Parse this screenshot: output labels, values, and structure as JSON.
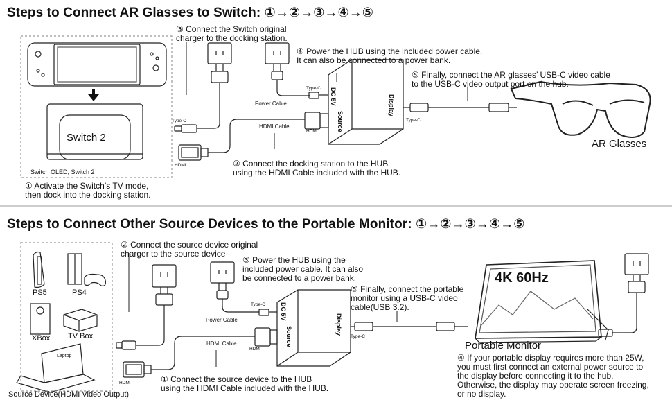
{
  "section1": {
    "title": "Steps to Connect AR Glasses to Switch: ①→②→③→④→⑤",
    "step1": [
      "① Activate the Switch’s TV mode,",
      "then dock into the docking station."
    ],
    "step2": [
      "② Connect the docking station to the HUB",
      "using the HDMI Cable included with the HUB."
    ],
    "step3": [
      "③ Connect the Switch original",
      "charger to the docking station."
    ],
    "step4": [
      "④ Power the HUB using the included power cable.",
      "It can also be connected to a power bank."
    ],
    "step5": [
      "⑤ Finally, connect the AR glasses’ USB-C video cable",
      "to the USB-C video output port on the hub."
    ],
    "switch_label": "Switch 2",
    "switch_caption": "Switch OLED, Switch 2",
    "ar_label": "AR Glasses",
    "power_cable": "Power Cable",
    "hdmi_cable": "HDMI Cable",
    "type_c": "Type-C",
    "hdmi": "HDMI",
    "hub_dc": "DC 5V",
    "hub_source": "Source",
    "hub_display": "Display"
  },
  "section2": {
    "title": "Steps to Connect Other Source Devices to the Portable Monitor: ①→②→③→④→⑤",
    "step1": [
      "① Connect the source device to the HUB",
      "using the HDMI Cable included with the HUB."
    ],
    "step2": [
      "② Connect the source device original",
      "charger to the source device"
    ],
    "step3": [
      "③ Power the HUB using the",
      "included power cable. It can also",
      "be connected to a power bank."
    ],
    "step4": [
      "④ If your portable display requires more than 25W,",
      "you must first connect an external power source to",
      "the display before connecting it to the hub.",
      "Otherwise, the display may operate screen freezing,",
      "or no display."
    ],
    "step5": [
      "⑤ Finally, connect the portable",
      "monitor using a USB-C video",
      "cable(USB 3.2)."
    ],
    "ps5": "PS5",
    "ps4": "PS4",
    "xbox": "XBox",
    "tvbox": "TV Box",
    "laptop": "Laptop",
    "source_caption": "Source Device(HDMI Video Output)",
    "monitor_label": "Portable Monitor",
    "monitor_screen": "4K 60Hz",
    "power_cable": "Power Cable",
    "hdmi_cable": "HDMI Cable",
    "type_c": "Type-C",
    "hdmi": "HDMI",
    "hub_dc": "DC 5V",
    "hub_source": "Source",
    "hub_display": "Display"
  }
}
